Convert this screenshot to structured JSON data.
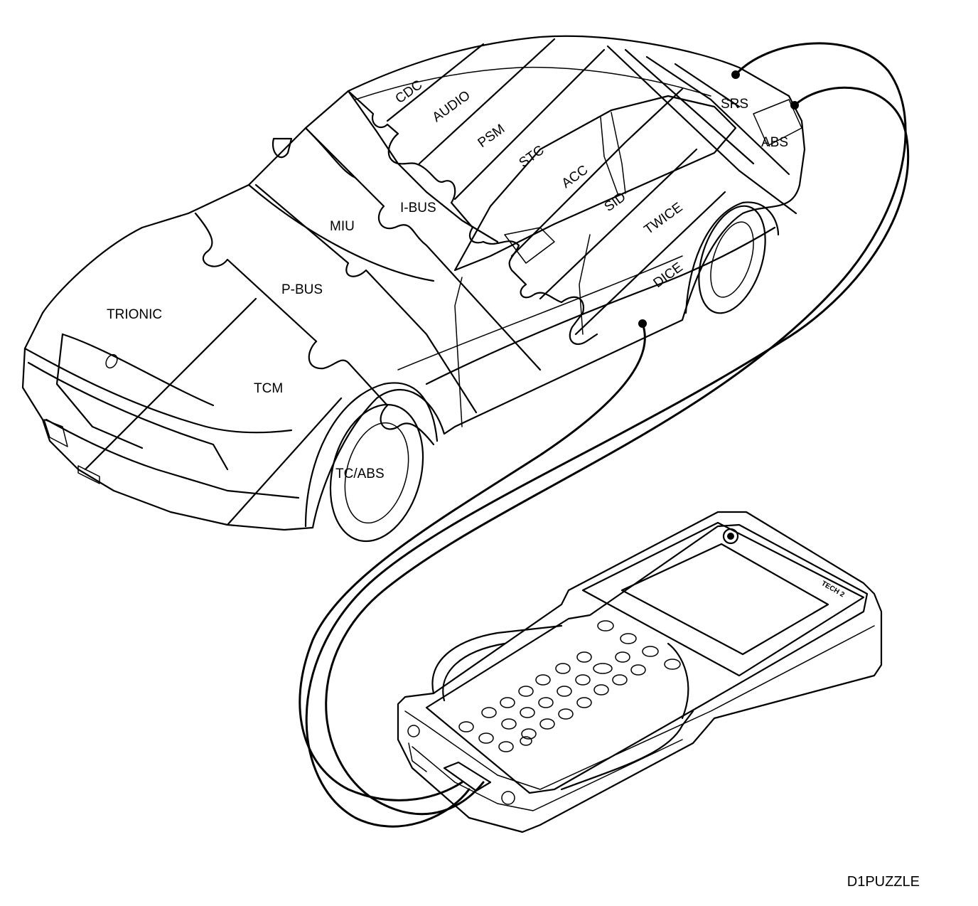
{
  "figure_id": "D1PUZZLE",
  "device_label": "TECH 2",
  "modules": {
    "trionic": "TRIONIC",
    "p_bus": "P-BUS",
    "tcm": "TCM",
    "tc_abs": "TC/ABS",
    "miu": "MIU",
    "i_bus": "I-BUS",
    "cdc": "CDC",
    "audio": "AUDIO",
    "psm": "PSM",
    "stc": "STC",
    "acc": "ACC",
    "sid": "SID",
    "twice": "TWICE",
    "dice": "DICE",
    "srs": "SRS",
    "abs": "ABS"
  }
}
